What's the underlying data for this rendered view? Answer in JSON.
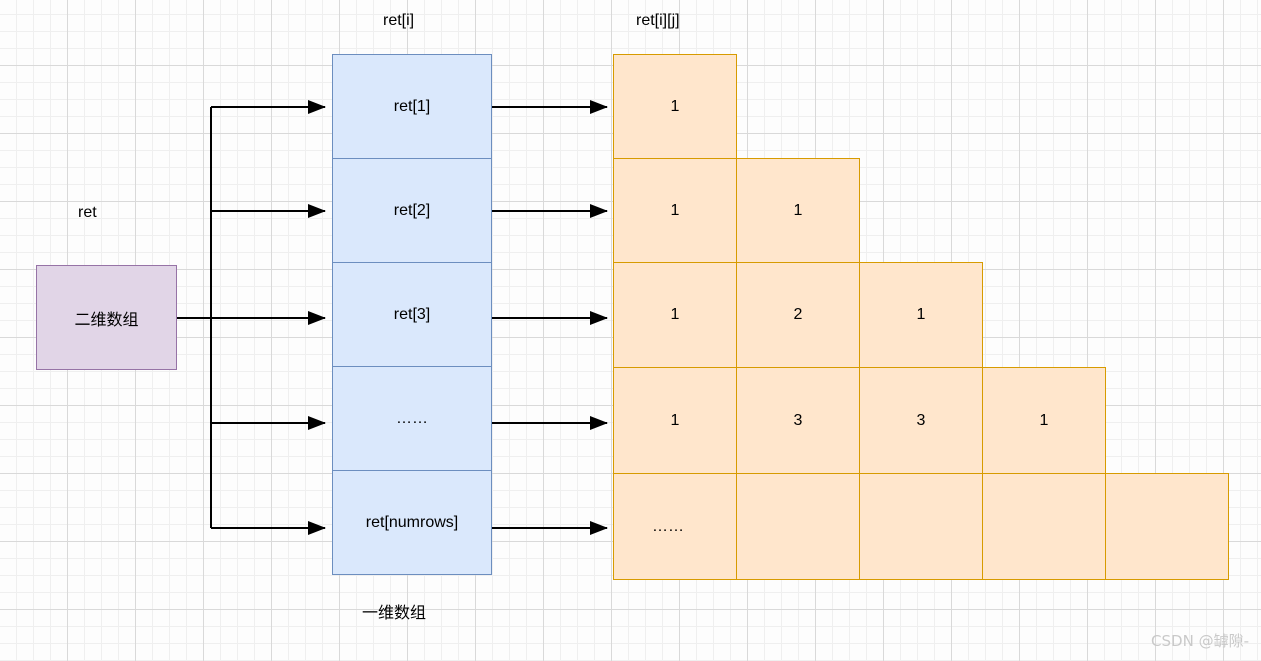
{
  "diagram": {
    "title_labels": {
      "ret": "ret",
      "ret_i": "ret[i]",
      "ret_i_j": "ret[i][j]",
      "one_dim": "一维数组",
      "two_dim": "二维数组"
    },
    "source_box": {
      "label": "二维数组",
      "caption": "ret",
      "fill": "#e1d5e7",
      "stroke": "#9673a6"
    },
    "row_pointers": {
      "caption": "ret[i]",
      "footer": "一维数组",
      "fill": "#dae8fc",
      "stroke": "#6c8ebf",
      "items": [
        {
          "label": "ret[1]"
        },
        {
          "label": "ret[2]"
        },
        {
          "label": "ret[3]"
        },
        {
          "label": "……"
        },
        {
          "label": "ret[numrows]"
        }
      ]
    },
    "triangle": {
      "caption": "ret[i][j]",
      "fill": "#ffe6cc",
      "stroke": "#d79b00",
      "rows": [
        [
          "1"
        ],
        [
          "1",
          "1"
        ],
        [
          "1",
          "2",
          "1"
        ],
        [
          "1",
          "3",
          "3",
          "1"
        ],
        [
          "……",
          "",
          "",
          "",
          ""
        ]
      ]
    },
    "arrow_color": "#000000",
    "watermark": "CSDN @罅隙-"
  }
}
